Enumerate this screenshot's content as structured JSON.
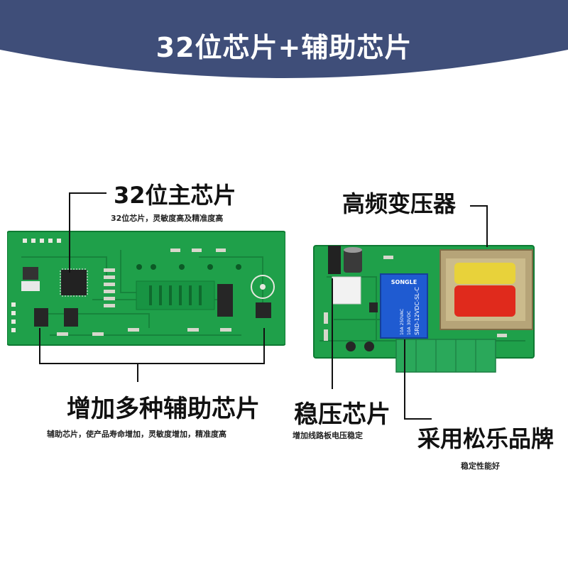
{
  "banner": {
    "title": "32位芯片+辅助芯片",
    "color": "#3f4e79"
  },
  "callouts": {
    "main_chip": {
      "title": "32位主芯片",
      "desc": "32位芯片，灵敏度高及精准度高"
    },
    "transformer": {
      "title": "高频变压器"
    },
    "aux_chips": {
      "title": "增加多种辅助芯片",
      "desc": "辅助芯片，使产品寿命增加，灵敏度增加，精准度高"
    },
    "regulator": {
      "title": "稳压芯片",
      "desc": "增加线路板电压稳定"
    },
    "relay": {
      "title": "采用松乐品牌",
      "desc": "稳定性能好"
    }
  },
  "relay_print": {
    "brand": "SONGLE",
    "model": "SRD-12VDC-SL-C",
    "rating1": "10A 250VAC",
    "rating2": "10A 30VDC"
  },
  "colors": {
    "pcb": "#1fa04a",
    "pcb_dark": "#148a3c",
    "relay": "#1f5bd1",
    "terminal": "#2aa85a",
    "coil_red": "#e02a1c",
    "coil_yellow": "#e8d23a"
  }
}
